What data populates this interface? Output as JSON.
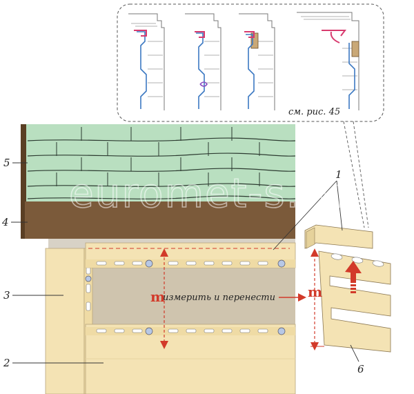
{
  "labels": {
    "item_1": "1",
    "item_2": "2",
    "item_3": "3",
    "item_4": "4",
    "item_5": "5",
    "item_6": "6"
  },
  "measure": {
    "symbol": "m",
    "text": "измерить и перенести",
    "symbol_right": "m"
  },
  "detail_caption": "см. рис. 45",
  "watermark": "euromet-s.ru",
  "colors": {
    "roof": "#b9dfc0",
    "fascia": "#7b5a3a",
    "siding": "#f4e3b4",
    "wall": "#cfc4ae",
    "arrow": "#d23a2a",
    "profile_blue": "#3b78c2",
    "profile_red": "#d83a6e"
  }
}
